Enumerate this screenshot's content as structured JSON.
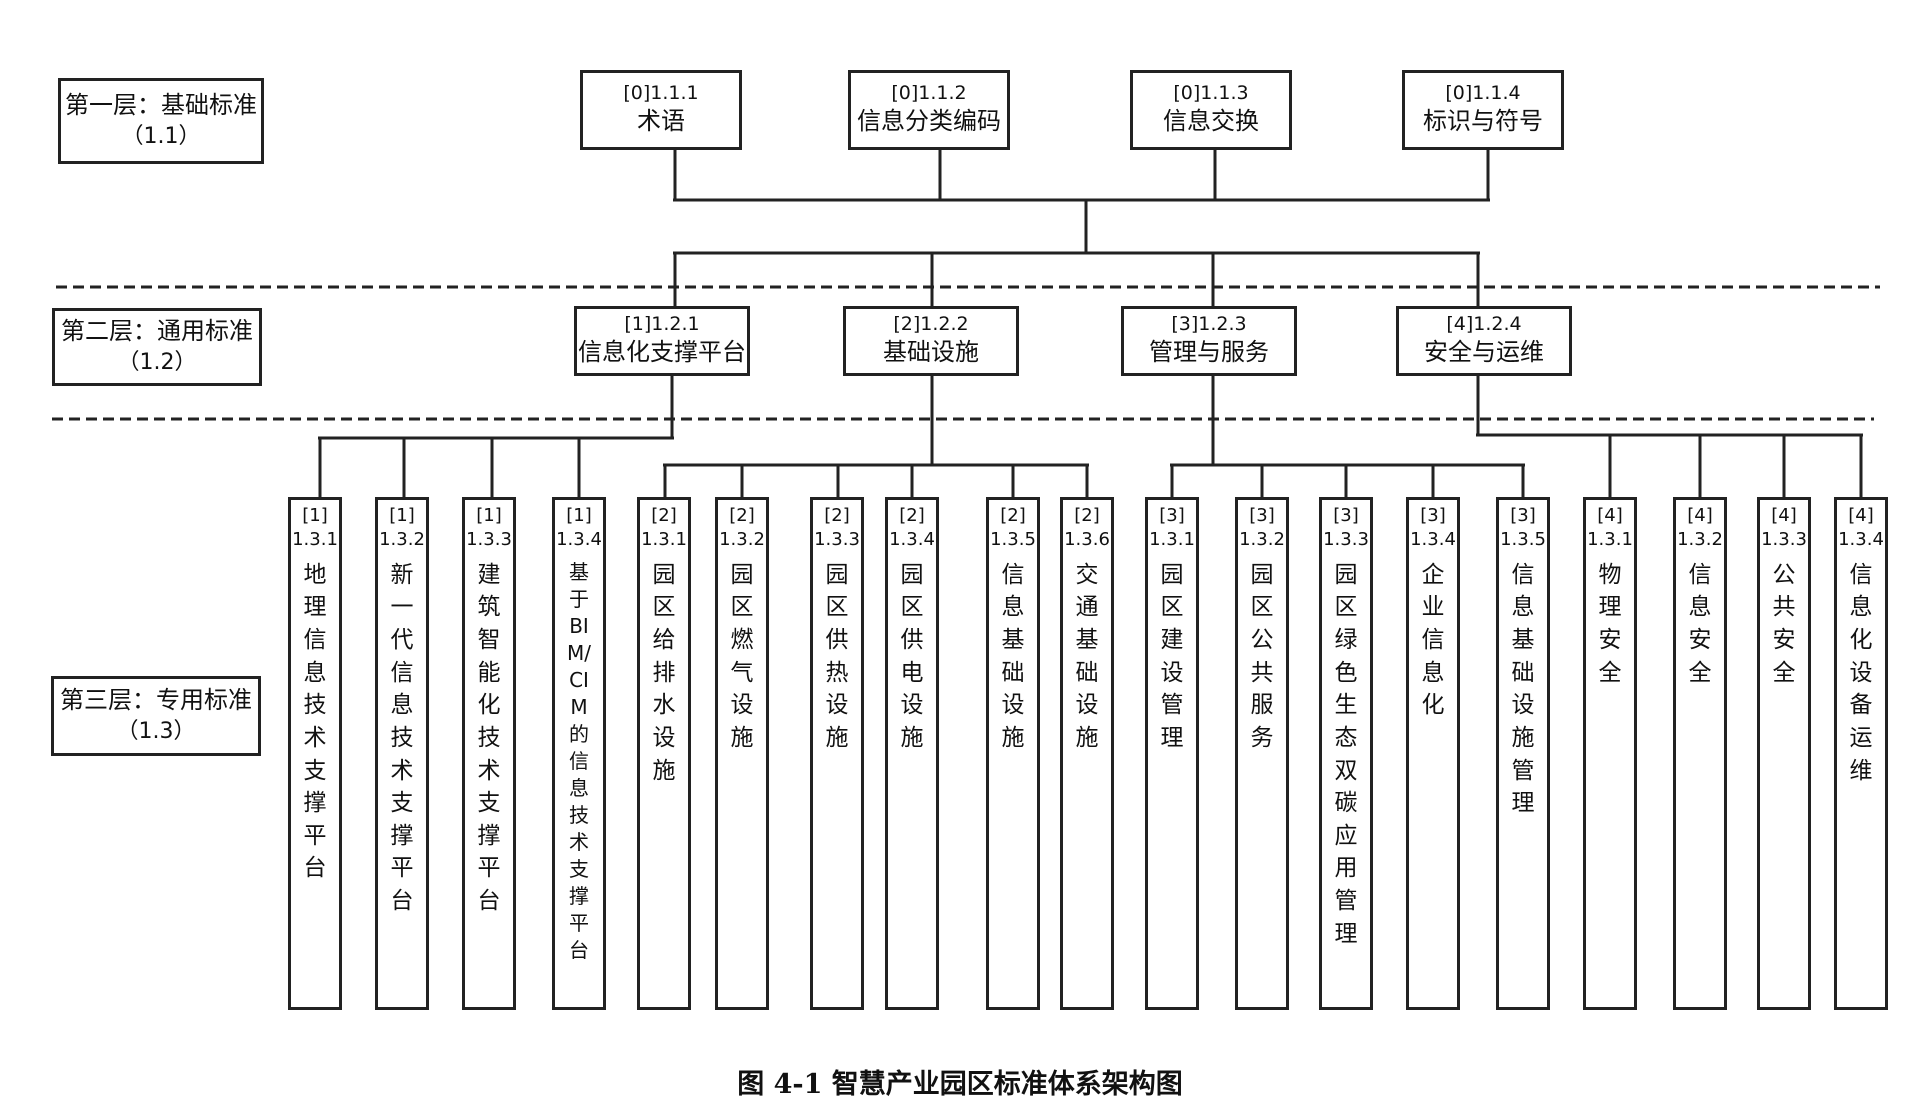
{
  "levels": [
    {
      "label": "第一层：基础标准",
      "sub": "（1.1）"
    },
    {
      "label": "第二层：通用标准",
      "sub": "（1.2）"
    },
    {
      "label": "第三层：专用标准",
      "sub": "（1.3）"
    }
  ],
  "level1": [
    {
      "code": "[0]1.1.1",
      "name": "术语"
    },
    {
      "code": "[0]1.1.2",
      "name": "信息分类编码"
    },
    {
      "code": "[0]1.1.3",
      "name": "信息交换"
    },
    {
      "code": "[0]1.1.4",
      "name": "标识与符号"
    }
  ],
  "level2": [
    {
      "code": "[1]1.2.1",
      "name": "信息化支撑平台"
    },
    {
      "code": "[2]1.2.2",
      "name": "基础设施"
    },
    {
      "code": "[3]1.2.3",
      "name": "管理与服务"
    },
    {
      "code": "[4]1.2.4",
      "name": "安全与运维"
    }
  ],
  "level3": [
    {
      "prefix": "[1]",
      "code": "1.3.1",
      "name": "地\n理\n信\n息\n技\n术\n支\n撑\n平\n台"
    },
    {
      "prefix": "[1]",
      "code": "1.3.2",
      "name": "新\n一\n代\n信\n息\n技\n术\n支\n撑\n平\n台"
    },
    {
      "prefix": "[1]",
      "code": "1.3.3",
      "name": "建\n筑\n智\n能\n化\n技\n术\n支\n撑\n平\n台"
    },
    {
      "prefix": "[1]",
      "code": "1.3.4",
      "name": "基\n于\nBIM/\nCIM\n的\n信\n息\n技\n术\n支\n撑\n平\n台"
    },
    {
      "prefix": "[2]",
      "code": "1.3.1",
      "name": "园\n区\n给\n排\n水\n设\n施"
    },
    {
      "prefix": "[2]",
      "code": "1.3.2",
      "name": "园\n区\n燃\n气\n设\n施"
    },
    {
      "prefix": "[2]",
      "code": "1.3.3",
      "name": "园\n区\n供\n热\n设\n施"
    },
    {
      "prefix": "[2]",
      "code": "1.3.4",
      "name": "园\n区\n供\n电\n设\n施"
    },
    {
      "prefix": "[2]",
      "code": "1.3.5",
      "name": "信\n息\n基\n础\n设\n施"
    },
    {
      "prefix": "[2]",
      "code": "1.3.6",
      "name": "交\n通\n基\n础\n设\n施"
    },
    {
      "prefix": "[3]",
      "code": "1.3.1",
      "name": "园\n区\n建\n设\n管\n理"
    },
    {
      "prefix": "[3]",
      "code": "1.3.2",
      "name": "园\n区\n公\n共\n服\n务"
    },
    {
      "prefix": "[3]",
      "code": "1.3.3",
      "name": "园\n区\n绿\n色\n生\n态\n双\n碳\n应\n用\n管\n理"
    },
    {
      "prefix": "[3]",
      "code": "1.3.4",
      "name": "企\n业\n信\n息\n化"
    },
    {
      "prefix": "[3]",
      "code": "1.3.5",
      "name": "信\n息\n基\n础\n设\n施\n管\n理"
    },
    {
      "prefix": "[4]",
      "code": "1.3.1",
      "name": "物\n理\n安\n全"
    },
    {
      "prefix": "[4]",
      "code": "1.3.2",
      "name": "信\n息\n安\n全"
    },
    {
      "prefix": "[4]",
      "code": "1.3.3",
      "name": "公\n共\n安\n全"
    },
    {
      "prefix": "[4]",
      "code": "1.3.4",
      "name": "信\n息\n化\n设\n备\n运\n维"
    }
  ],
  "caption": "图 4-1  智慧产业园区标准体系架构图"
}
